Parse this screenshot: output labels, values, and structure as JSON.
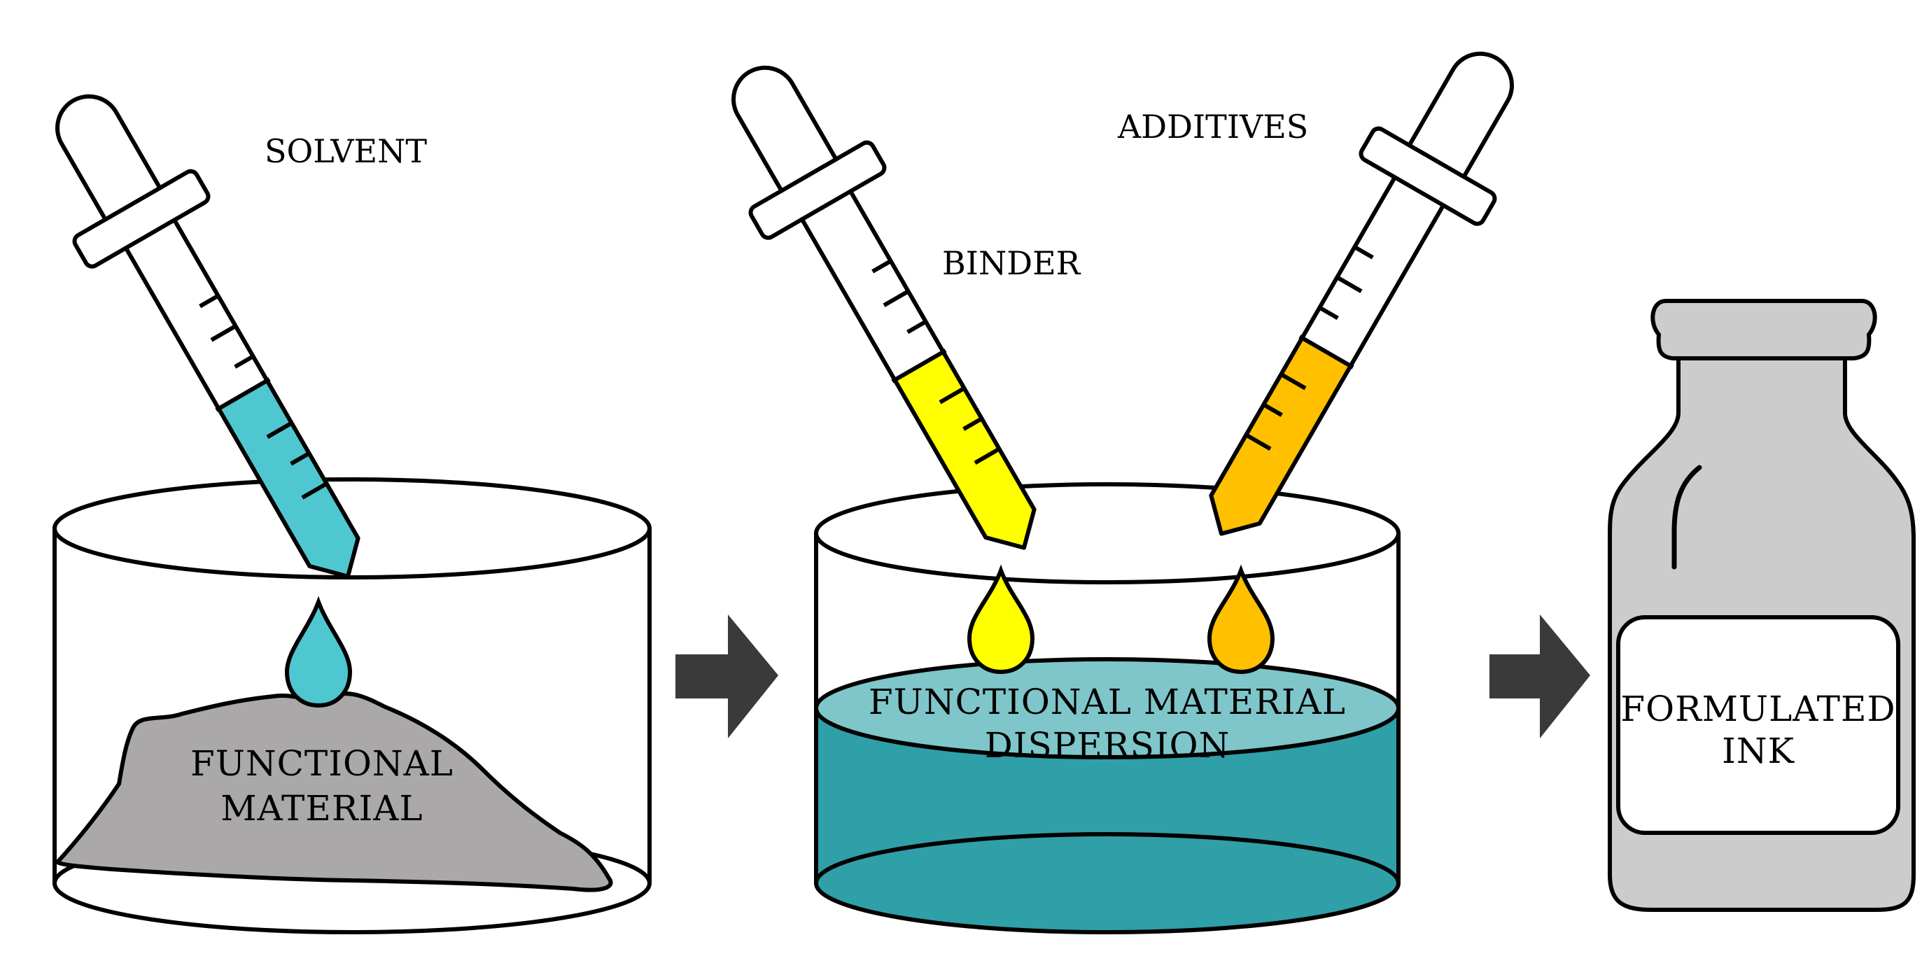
{
  "labels": {
    "solvent": "SOLVENT",
    "binder": "BINDER",
    "additives": "ADDITIVES",
    "functional_material_line1": "FUNCTIONAL",
    "functional_material_line2": "MATERIAL",
    "dispersion_line1": "FUNCTIONAL MATERIAL",
    "dispersion_line2": "DISPERSION",
    "ink_line1": "FORMULATED",
    "ink_line2": "INK"
  },
  "colors": {
    "solvent": "#4FC7D0",
    "binder": "#FFFF00",
    "additives": "#FFC000",
    "powder": "#AAA8A8",
    "dispersion_surface": "#7FC6CA",
    "dispersion_body": "#2F9FA8",
    "bottle": "#CCCCCC",
    "arrow": "#3A3A3A",
    "outline": "#000000"
  },
  "icons": {
    "pipette": "pipette-icon",
    "beaker": "beaker-icon",
    "drop": "drop-icon",
    "arrow": "arrow-right-icon",
    "bottle": "bottle-icon"
  }
}
